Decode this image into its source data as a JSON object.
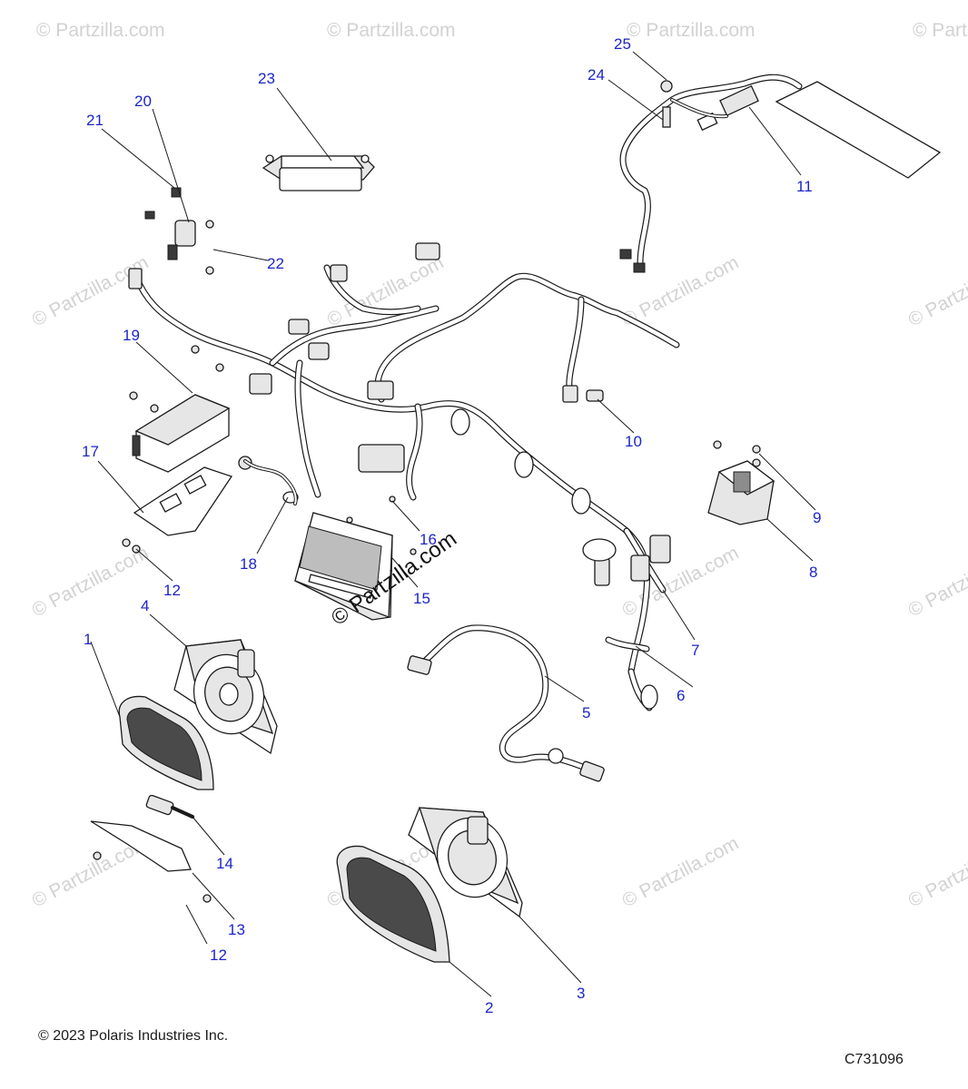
{
  "watermark": "© Partzilla.com",
  "copyright": "© 2023 Polaris Industries Inc.",
  "drawing_number": "C731096",
  "callouts": [
    "1",
    "2",
    "3",
    "4",
    "5",
    "6",
    "7",
    "8",
    "9",
    "10",
    "11",
    "12",
    "12",
    "13",
    "14",
    "15",
    "16",
    "17",
    "18",
    "19",
    "20",
    "21",
    "22",
    "23",
    "24",
    "25"
  ]
}
